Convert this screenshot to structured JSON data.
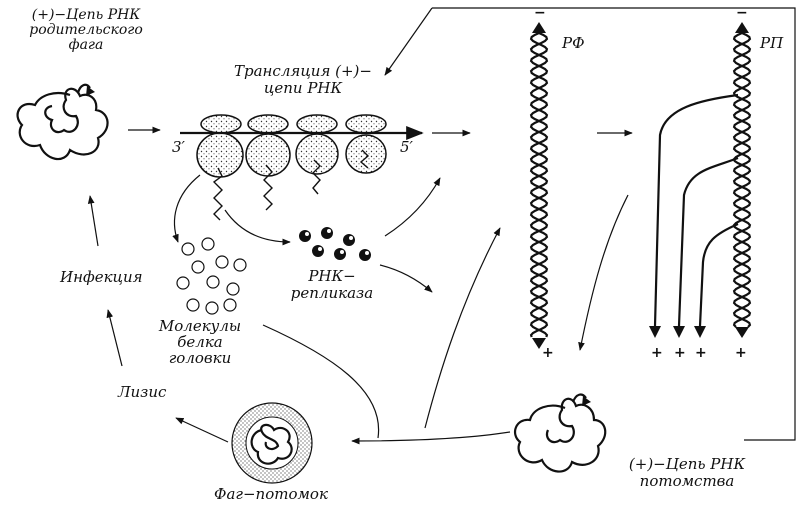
{
  "labels": {
    "parent_rna": [
      "(+)−Цепь РНК",
      "родительского",
      "фага"
    ],
    "translation": [
      "Трансляция (+)−",
      "цепи РНК"
    ],
    "end_3": "3′",
    "end_5": "5′",
    "rf": "РФ",
    "rp": "РП",
    "infection": "Инфекция",
    "replicase": [
      "РНК−",
      "репликаза"
    ],
    "coat_protein": [
      "Молекулы",
      "белка",
      "головки"
    ],
    "lysis": "Лизис",
    "progeny_phage": "Фаг−потомок",
    "progeny_rna": [
      "(+)−Цепь РНК",
      "потомства"
    ]
  },
  "signs": {
    "minus": "−",
    "plus": "+"
  },
  "colors": {
    "ink": "#111111",
    "background": "#ffffff"
  }
}
